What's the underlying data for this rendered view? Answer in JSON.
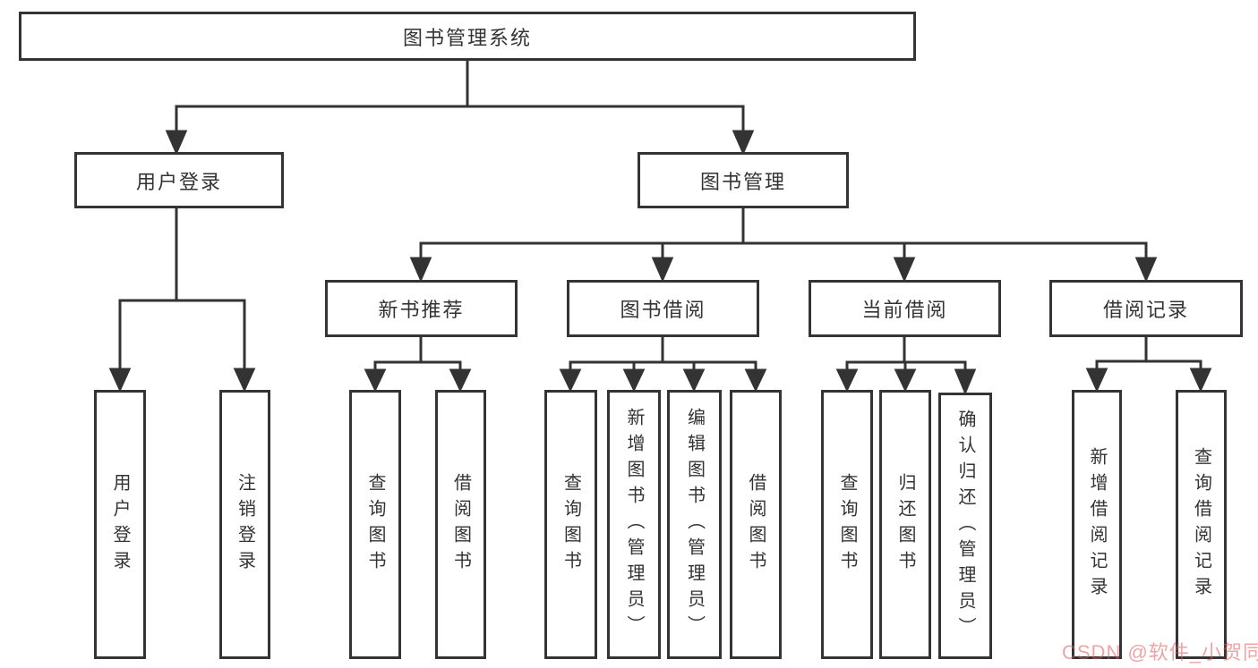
{
  "diagram": {
    "title": "图书管理系统",
    "root": "图书管理系统",
    "level2": {
      "user_login": "用户登录",
      "book_mgmt": "图书管理"
    },
    "level3": {
      "new_book_rec": "新书推荐",
      "book_borrow": "图书借阅",
      "current_borrow": "当前借阅",
      "borrow_record": "借阅记录"
    },
    "leaves": {
      "user_login_leaf": "用户登录",
      "logout": "注销登录",
      "rec_query_books": "查询图书",
      "rec_borrow_books": "借阅图书",
      "bor_query_books": "查询图书",
      "bor_add_books": "新增图书（管理员）",
      "bor_edit_books": "编辑图书（管理员）",
      "bor_borrow_books": "借阅图书",
      "cur_query_books": "查询图书",
      "cur_return_books": "归还图书",
      "cur_confirm_return": "确认归还（管理员）",
      "recd_add_record": "新增借阅记录",
      "recd_query_record": "查询借阅记录"
    }
  },
  "colors": {
    "line": "#333333",
    "box_border": "#343434",
    "text": "#333333",
    "background": "#ffffff",
    "watermark": "#E05A5A"
  },
  "watermark": {
    "text": "CSDN @软件_小贺同学"
  }
}
